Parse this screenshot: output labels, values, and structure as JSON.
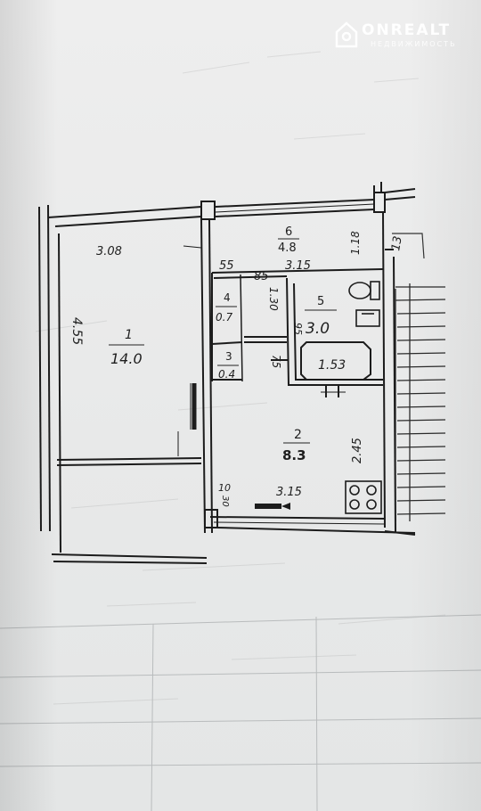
{
  "watermark": {
    "brand": "ONREALT",
    "tagline": "НЕДВИЖИМОСТЬ",
    "icon": "house-logo-icon"
  },
  "plan": {
    "rooms": [
      {
        "number": "1",
        "area": "14.0"
      },
      {
        "number": "2",
        "area": "8.3"
      },
      {
        "number": "3",
        "area": "0.4"
      },
      {
        "number": "4",
        "area": "0.7"
      },
      {
        "number": "5",
        "area": "3.0"
      },
      {
        "number": "6",
        "area": "4.8"
      }
    ],
    "dimensions": {
      "room1_width": "3.08",
      "room1_length": "4.55",
      "top_left": "55",
      "top_mid": "85",
      "room5_width": "3.15",
      "room6_depth": "1.18",
      "margin_mark": "13",
      "room5_depth": "1.30",
      "small_a": "95",
      "small_b": "75",
      "bath": "1.53",
      "room2_length": "2.45",
      "corner_a": "10",
      "corner_b": "30",
      "kitchen_width": "3.15"
    }
  }
}
